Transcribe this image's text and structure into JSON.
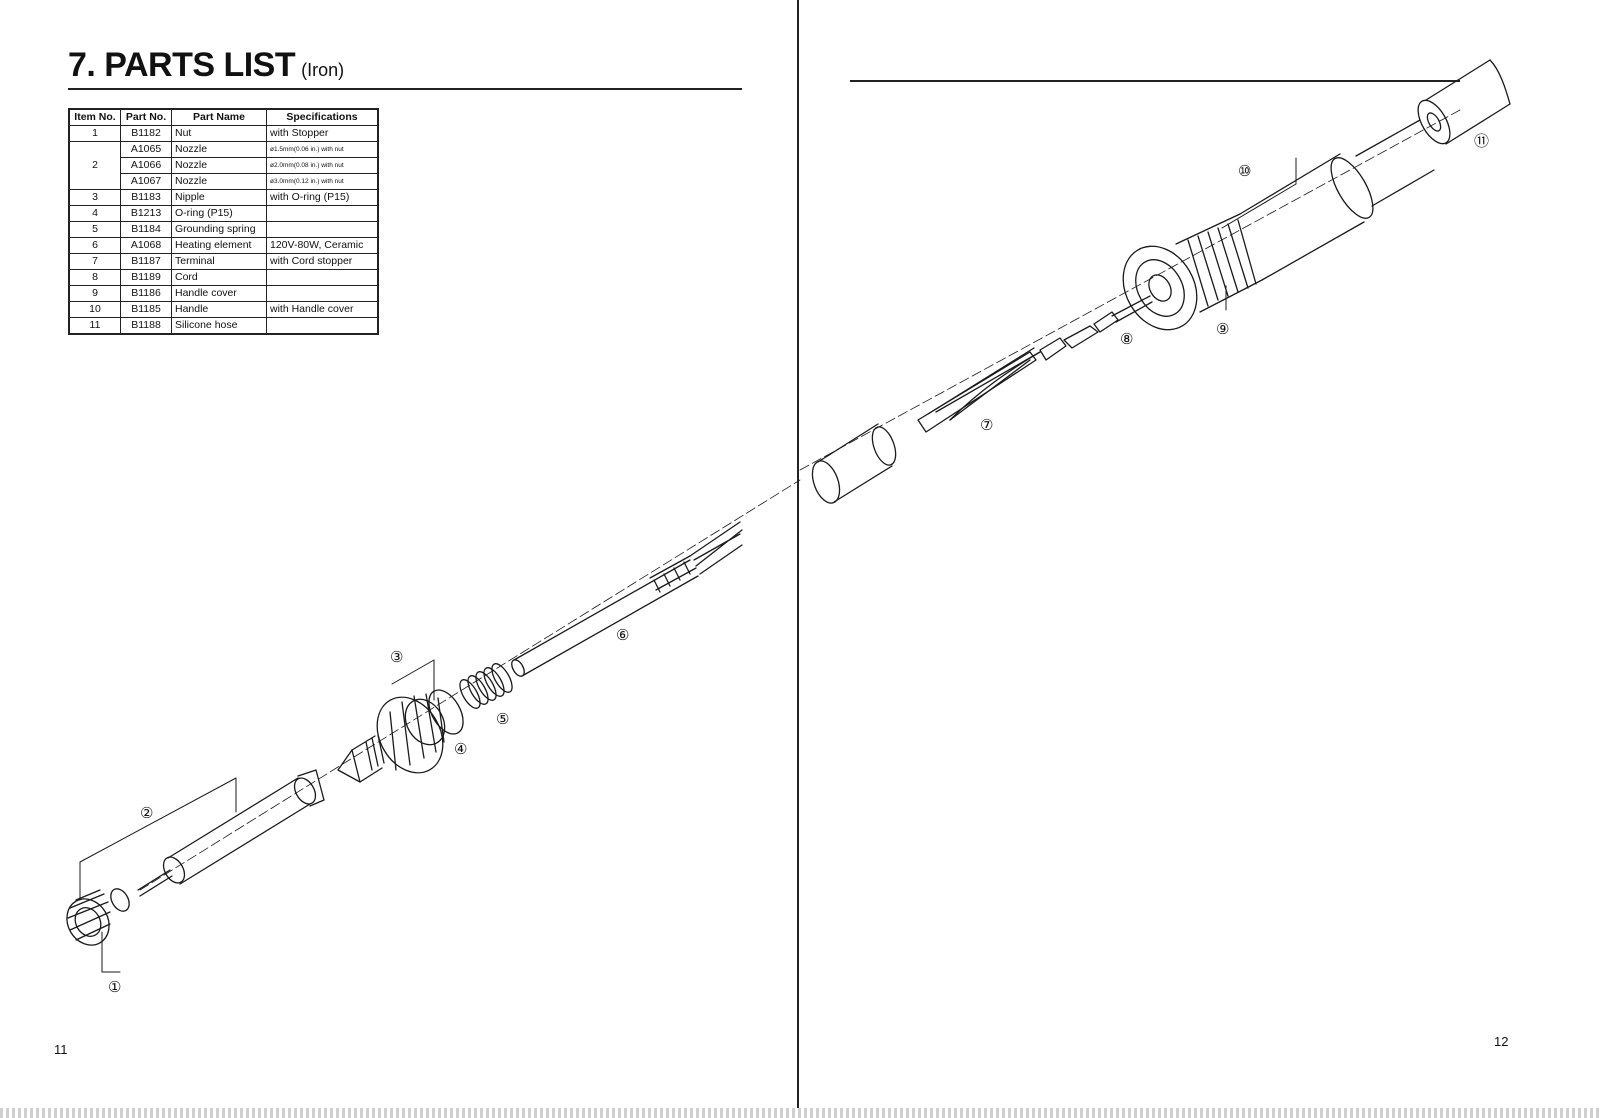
{
  "title": {
    "main": "7. PARTS LIST",
    "sub": "(Iron)"
  },
  "table": {
    "headers": [
      "Item No.",
      "Part No.",
      "Part Name",
      "Specifications"
    ],
    "rows": [
      {
        "item": "1",
        "part_no": "B1182",
        "name": "Nut",
        "spec": "with Stopper"
      },
      {
        "item": "2",
        "part_no": "A1065",
        "name": "Nozzle",
        "spec": "ø1.5mm(0.06 in.) with nut"
      },
      {
        "item": "",
        "part_no": "A1066",
        "name": "Nozzle",
        "spec": "ø2.0mm(0.08 in.) with nut"
      },
      {
        "item": "",
        "part_no": "A1067",
        "name": "Nozzle",
        "spec": "ø3.0mm(0.12 in.) with nut"
      },
      {
        "item": "3",
        "part_no": "B1183",
        "name": "Nipple",
        "spec": "with O-ring (P15)"
      },
      {
        "item": "4",
        "part_no": "B1213",
        "name": "O-ring (P15)",
        "spec": ""
      },
      {
        "item": "5",
        "part_no": "B1184",
        "name": "Grounding spring",
        "spec": ""
      },
      {
        "item": "6",
        "part_no": "A1068",
        "name": "Heating element",
        "spec": "120V-80W, Ceramic"
      },
      {
        "item": "7",
        "part_no": "B1187",
        "name": "Terminal",
        "spec": "with Cord stopper"
      },
      {
        "item": "8",
        "part_no": "B1189",
        "name": "Cord",
        "spec": ""
      },
      {
        "item": "9",
        "part_no": "B1186",
        "name": "Handle cover",
        "spec": ""
      },
      {
        "item": "10",
        "part_no": "B1185",
        "name": "Handle",
        "spec": "with Handle cover"
      },
      {
        "item": "11",
        "part_no": "B1188",
        "name": "Silicone hose",
        "spec": ""
      }
    ]
  },
  "callouts": {
    "c1": "①",
    "c2": "②",
    "c3": "③",
    "c4": "④",
    "c5": "⑤",
    "c6": "⑥",
    "c7": "⑦",
    "c8": "⑧",
    "c9": "⑨",
    "c10": "⑩",
    "c11": "⑪"
  },
  "page_numbers": {
    "left": "11",
    "right": "12"
  }
}
